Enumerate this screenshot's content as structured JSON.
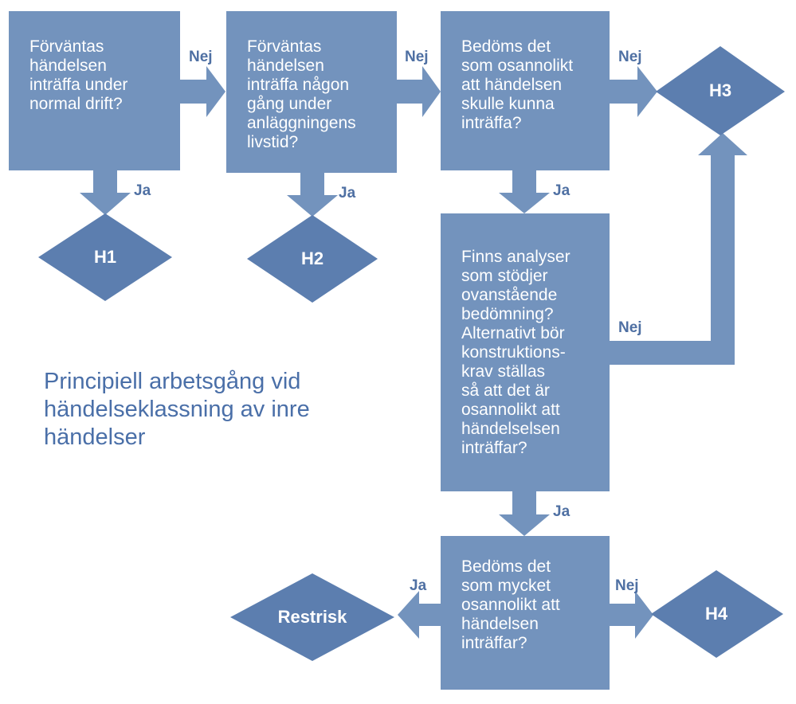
{
  "boxes": {
    "b1": [
      "Förväntas",
      "händelsen",
      "inträffa under",
      "normal drift?"
    ],
    "b2": [
      "Förväntas",
      "händelsen",
      "inträffa någon",
      "gång under",
      "anläggningens",
      "livstid?"
    ],
    "b3": [
      "Bedöms det",
      "som osannolikt",
      "att händelsen",
      "skulle kunna",
      "inträffa?"
    ],
    "b4": [
      "Finns analyser",
      "som stödjer",
      "ovanstående",
      "bedömning?",
      "Alternativt bör",
      "konstruktions-",
      "krav ställas",
      "så att det är",
      "osannolikt att",
      "händelselsen",
      "inträffar?"
    ],
    "b5": [
      "Bedöms det",
      "som mycket",
      "osannolikt att",
      "händelsen",
      "inträffar?"
    ]
  },
  "diamonds": {
    "h1": "H1",
    "h2": "H2",
    "h3": "H3",
    "h4": "H4",
    "restrisk": "Restrisk"
  },
  "labels": {
    "nej1": "Nej",
    "nej2": "Nej",
    "nej3": "Nej",
    "nej4": "Nej",
    "nej5": "Nej",
    "ja1": "Ja",
    "ja2": "Ja",
    "ja3": "Ja",
    "ja4": "Ja",
    "ja5": "Ja"
  },
  "title_lines": [
    "Principiell arbetsgång vid",
    "händelseklassning av inre",
    "händelser"
  ],
  "colors": {
    "box": "#7393bd",
    "diamond": "#5c7eaf",
    "arrow": "#7393bd",
    "label": "#4f70a3",
    "title": "#4a6fa8"
  }
}
